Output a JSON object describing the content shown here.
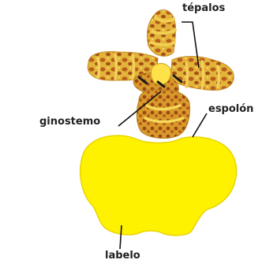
{
  "labels": {
    "tepalos": "tépalos",
    "ginostemo": "ginostemo",
    "espolon": "espolón",
    "labelo": "labelo"
  },
  "colors": {
    "labelo_yellow": "#fff200",
    "tepal_yellow": "#e8c23a",
    "tepal_brown": "#b05a1e",
    "leader_line": "#111111",
    "text": "#222222"
  },
  "subject": "orchid-flower"
}
